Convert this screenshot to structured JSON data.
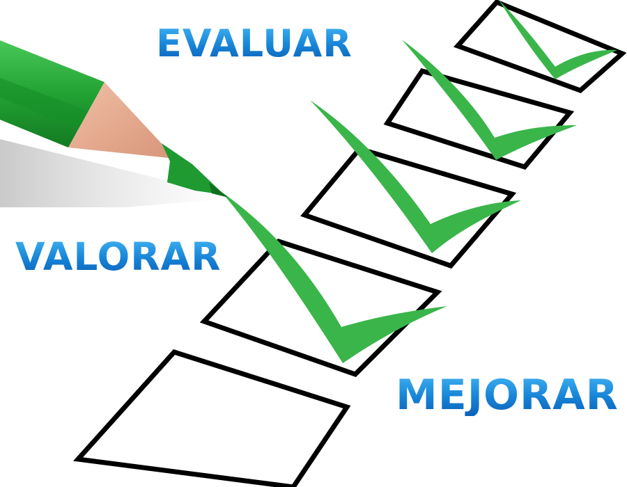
{
  "words": {
    "top": "EVALUAR",
    "middle": "VALORAR",
    "bottom": "MEJORAR"
  },
  "checklist": {
    "total_boxes": 5,
    "checked_boxes": 4
  },
  "colors": {
    "text_blue": "#1a7fd0",
    "check_green": "#3ab54a",
    "pencil_green": "#2aa13a",
    "pencil_wood": "#e0a58a",
    "box_outline": "#000000"
  }
}
